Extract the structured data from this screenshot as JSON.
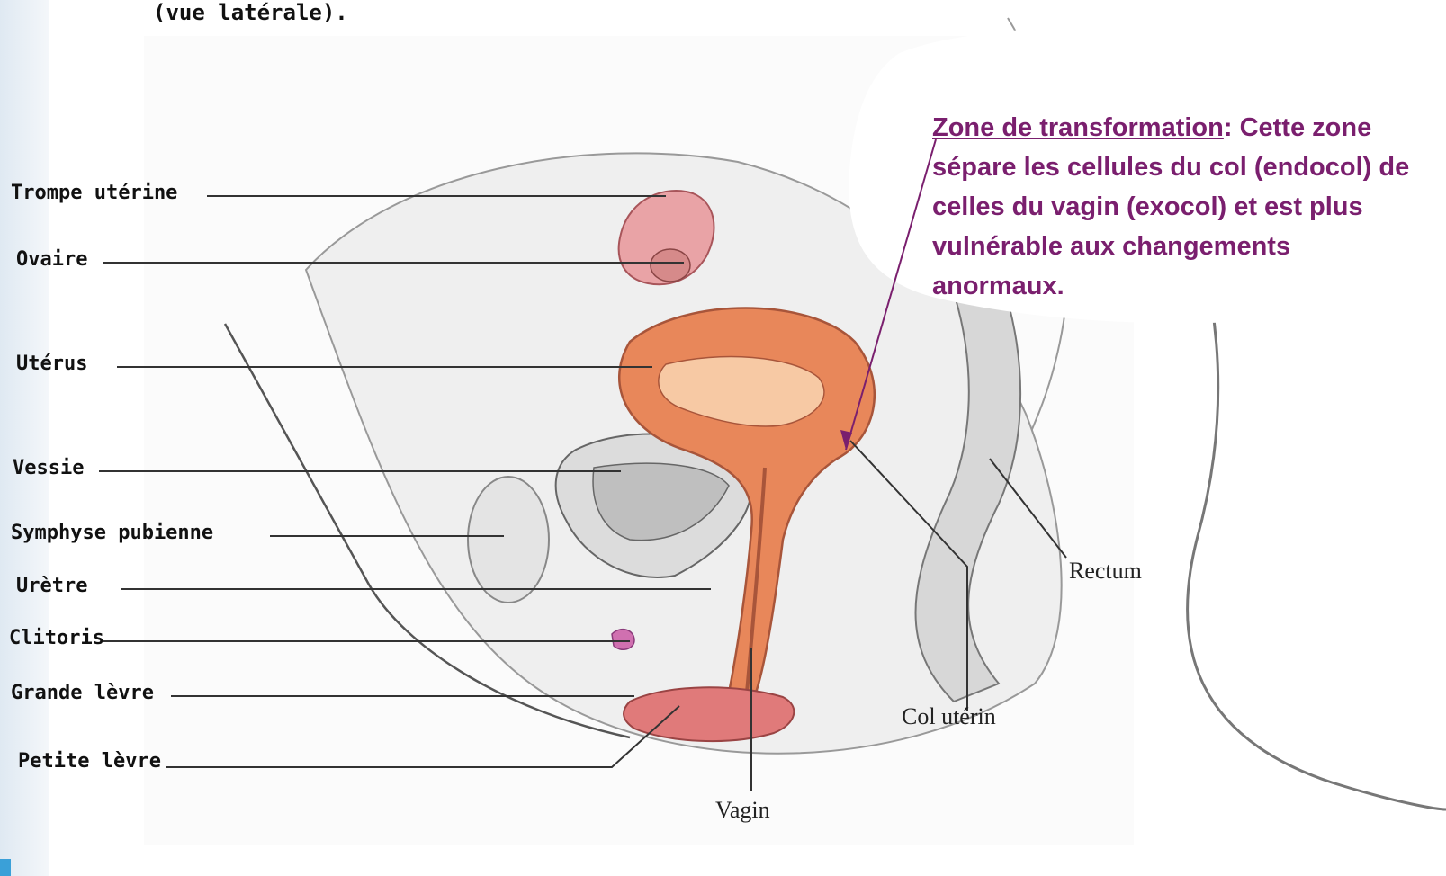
{
  "caption": "(vue latérale).",
  "callout": {
    "title": "Zone de transformation",
    "body": ": Cette zone sépare les cellules du col (endocol) de celles du vagin (exocol) et est plus vulnérable aux changements anormaux."
  },
  "left_labels": [
    "Trompe utérine",
    "Ovaire",
    "Utérus",
    "Vessie",
    "Symphyse pubienne",
    "Urètre",
    "Clitoris",
    "Grande lèvre",
    "Petite lèvre"
  ],
  "right_labels": {
    "rectum": "Rectum",
    "col": "Col utérin",
    "vagin": "Vagin"
  },
  "colors": {
    "callout_text": "#7a1f6e",
    "uterus": "#e8875a",
    "uterus_lining": "#f7c9a4",
    "labia": "#e07a7a",
    "tissue": "#d9d9d9",
    "skin_outline": "#555555"
  }
}
